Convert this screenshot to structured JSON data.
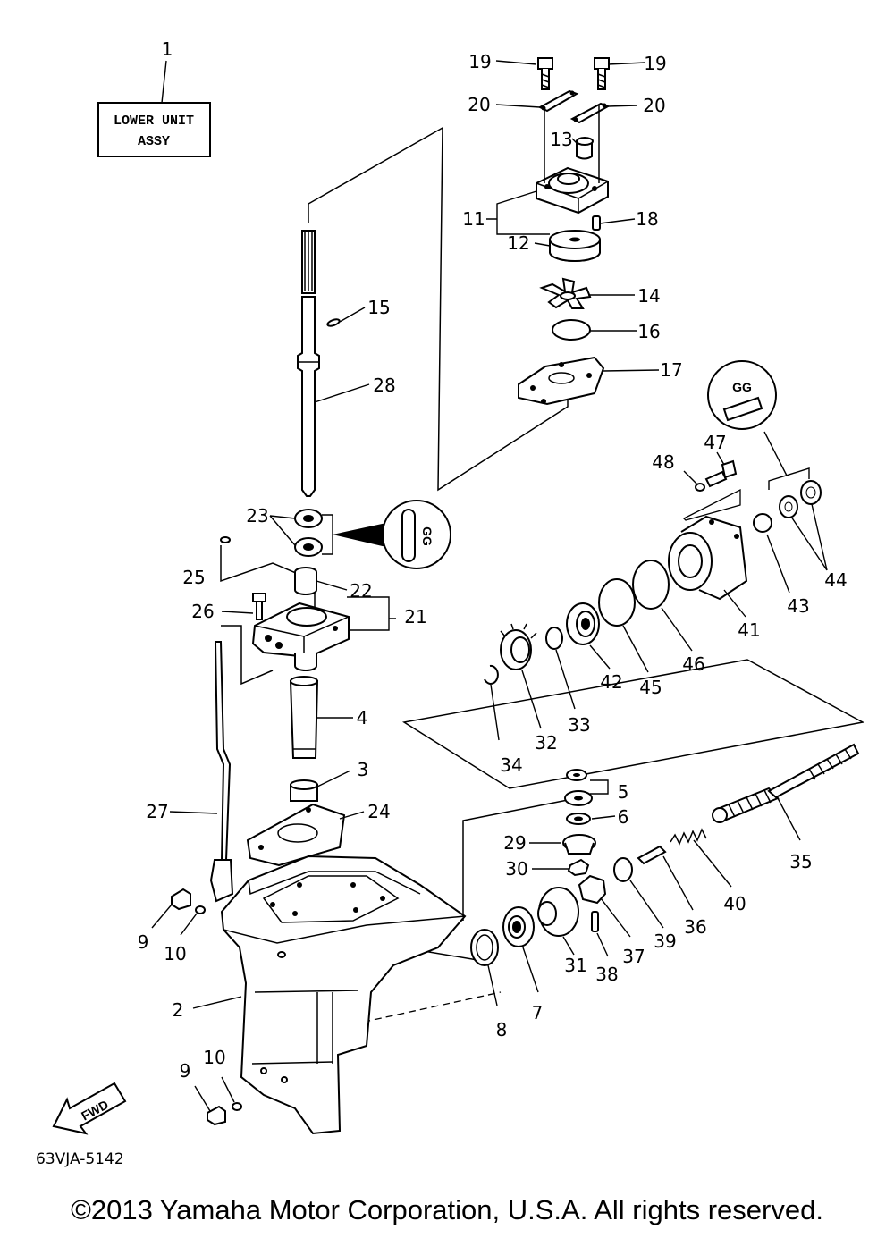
{
  "diagram": {
    "assembly_box": {
      "line1": "LOWER UNIT",
      "line2": "ASSY"
    },
    "figure_code": "63VJA-5142",
    "fwd_label": "FWD",
    "symbols": {
      "grease_a": "GG",
      "grease_b": "GG"
    },
    "callouts": {
      "c1": "1",
      "c2": "2",
      "c3": "3",
      "c4": "4",
      "c5": "5",
      "c6": "6",
      "c7": "7",
      "c8": "8",
      "c9a": "9",
      "c9b": "9",
      "c10a": "10",
      "c10b": "10",
      "c11": "11",
      "c12": "12",
      "c13": "13",
      "c14": "14",
      "c15": "15",
      "c16": "16",
      "c17": "17",
      "c18": "18",
      "c19a": "19",
      "c19b": "19",
      "c20a": "20",
      "c20b": "20",
      "c21": "21",
      "c22": "22",
      "c23": "23",
      "c24": "24",
      "c25": "25",
      "c26": "26",
      "c27": "27",
      "c28": "28",
      "c29": "29",
      "c30": "30",
      "c31": "31",
      "c32": "32",
      "c33": "33",
      "c34": "34",
      "c35": "35",
      "c36": "36",
      "c37": "37",
      "c38": "38",
      "c39": "39",
      "c40": "40",
      "c41": "41",
      "c42": "42",
      "c43": "43",
      "c44": "44",
      "c45": "45",
      "c46": "46",
      "c47": "47",
      "c48": "48"
    }
  },
  "footer": {
    "copyright": "©2013 Yamaha Motor Corporation, U.S.A. All rights reserved."
  }
}
